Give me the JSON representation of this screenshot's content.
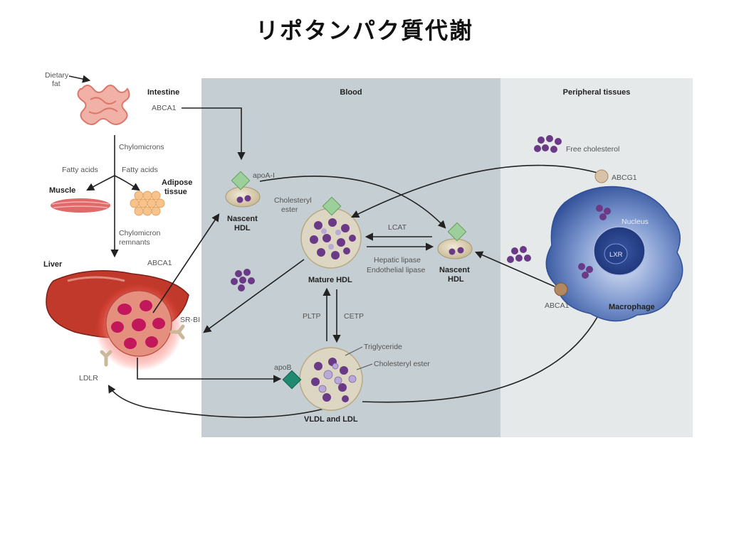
{
  "title": "リポタンパク質代謝",
  "regions": {
    "blood": "Blood",
    "peripheral": "Peripheral tissues"
  },
  "labels": {
    "dietary_fat_1": "Dietary",
    "dietary_fat_2": "fat",
    "intestine": "Intestine",
    "abca1_intestine": "ABCA1",
    "chylomicrons": "Chylomicrons",
    "fatty_acids_left": "Fatty acids",
    "fatty_acids_right": "Fatty acids",
    "muscle": "Muscle",
    "adipose_1": "Adipose",
    "adipose_2": "tissue",
    "chylomicron_remnants_1": "Chylomicron",
    "chylomicron_remnants_2": "remnants",
    "liver": "Liver",
    "abca1_liver": "ABCA1",
    "sr_bi": "SR-BI",
    "ldlr": "LDLR",
    "apoa1": "apoA-I",
    "nascent_hdl_left_1": "Nascent",
    "nascent_hdl_left_2": "HDL",
    "cholesteryl_ester_1": "Cholesteryl",
    "cholesteryl_ester_2": "ester",
    "lcat": "LCAT",
    "hepatic_lipase": "Hepatic lipase",
    "endothelial_lipase": "Endothelial lipase",
    "nascent_hdl_right_1": "Nascent",
    "nascent_hdl_right_2": "HDL",
    "mature_hdl": "Mature HDL",
    "pltp": "PLTP",
    "cetp": "CETP",
    "triglyceride": "Triglyceride",
    "cholesteryl_ester_vldl": "Cholesteryl ester",
    "apob": "apoB",
    "vldl_ldl": "VLDL and LDL",
    "free_cholesterol": "Free cholesterol",
    "abcg1": "ABCG1",
    "nucleus": "Nucleus",
    "lxr": "LXR",
    "abca1_macrophage": "ABCA1",
    "macrophage": "Macrophage"
  },
  "colors": {
    "blood_bg": "#c5ced2",
    "peripheral_bg": "#e6e9ea",
    "cholesterol": "#6b3a87",
    "apoa1": "#9ccf9a",
    "apob": "#1f8a70",
    "liver": "#c0392b",
    "macrophage": "#3e5fa8"
  }
}
